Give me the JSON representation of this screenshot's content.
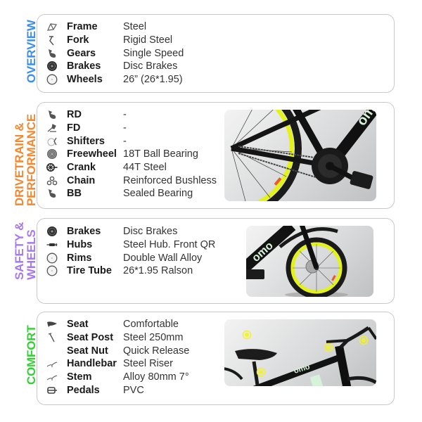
{
  "colors": {
    "overview": "#3a8ff0",
    "drivetrain": "#f5872f",
    "safety": "#a779f0",
    "comfort": "#2fd22f",
    "rim_yellow": "#e3f21a",
    "frame_black": "#1a1c1d",
    "decal_mint": "#d6f2d8"
  },
  "sections": [
    {
      "id": "overview",
      "title_lines": [
        "OVERVIEW"
      ],
      "rows": [
        {
          "icon": "frame-icon",
          "label": "Frame",
          "value": "Steel"
        },
        {
          "icon": "fork-icon",
          "label": "Fork",
          "value": "Rigid Steel"
        },
        {
          "icon": "gears-icon",
          "label": "Gears",
          "value": "Single Speed"
        },
        {
          "icon": "disc-brake-icon",
          "label": "Brakes",
          "value": "Disc Brakes"
        },
        {
          "icon": "wheel-icon",
          "label": "Wheels",
          "value": "26” (26*1.95)"
        }
      ]
    },
    {
      "id": "drivetrain",
      "title_lines": [
        "DRIVETRAIN &",
        "PERFORMANCE"
      ],
      "rows": [
        {
          "icon": "rear-derailleur-icon",
          "label": "RD",
          "value": "-"
        },
        {
          "icon": "front-derailleur-icon",
          "label": "FD",
          "value": "-"
        },
        {
          "icon": "shifter-icon",
          "label": "Shifters",
          "value": "-"
        },
        {
          "icon": "freewheel-icon",
          "label": "Freewheel",
          "value": "18T Ball Bearing"
        },
        {
          "icon": "crank-icon",
          "label": "Crank",
          "value": "44T Steel"
        },
        {
          "icon": "chain-icon",
          "label": "Chain",
          "value": "Reinforced Bushless"
        },
        {
          "icon": "bottom-bracket-icon",
          "label": "BB",
          "value": "Sealed Bearing"
        }
      ],
      "image": "drivetrain-photo"
    },
    {
      "id": "safety",
      "title_lines": [
        "SAFETY &",
        "WHEELS"
      ],
      "rows": [
        {
          "icon": "disc-brake-icon",
          "label": "Brakes",
          "value": "Disc Brakes"
        },
        {
          "icon": "hub-icon",
          "label": "Hubs",
          "value": "Steel Hub. Front QR"
        },
        {
          "icon": "rim-icon",
          "label": "Rims",
          "value": "Double Wall Alloy"
        },
        {
          "icon": "tire-icon",
          "label": "Tire Tube",
          "value": "26*1.95 Ralson"
        }
      ],
      "image": "wheel-photo"
    },
    {
      "id": "comfort",
      "title_lines": [
        "COMFORT"
      ],
      "rows": [
        {
          "icon": "seat-icon",
          "label": "Seat",
          "value": "Comfortable"
        },
        {
          "icon": "seat-post-icon",
          "label": "Seat Post",
          "value": "Steel 250mm"
        },
        {
          "icon": "none",
          "label": "Seat Nut",
          "value": "Quick Release"
        },
        {
          "icon": "handlebar-icon",
          "label": "Handlebar",
          "value": "Steel Riser"
        },
        {
          "icon": "stem-icon",
          "label": "Stem",
          "value": "Alloy 80mm 7°"
        },
        {
          "icon": "pedal-icon",
          "label": "Pedals",
          "value": "PVC"
        }
      ],
      "image": "cockpit-photo"
    }
  ],
  "brand_decal": "omo"
}
